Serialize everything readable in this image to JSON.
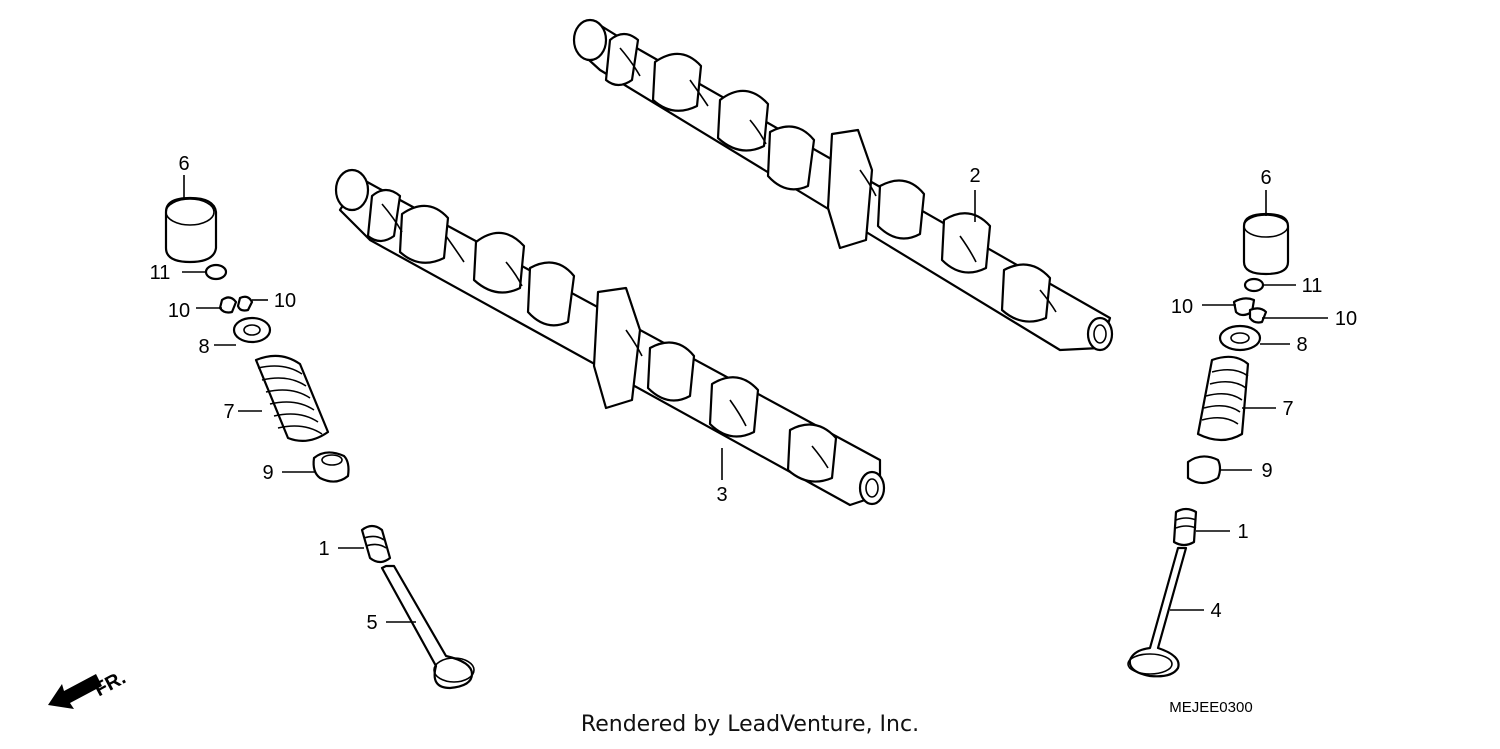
{
  "diagram": {
    "code": "MEJEE0300",
    "footer": "Rendered by LeadVenture, Inc.",
    "direction_label": "FR.",
    "callouts": {
      "c1_left": "1",
      "c1_right": "1",
      "c2": "2",
      "c3": "3",
      "c4": "4",
      "c5": "5",
      "c6_left": "6",
      "c6_right": "6",
      "c7_left": "7",
      "c7_right": "7",
      "c8_left": "8",
      "c8_right": "8",
      "c9_left": "9",
      "c9_right": "9",
      "c10_left_a": "10",
      "c10_left_b": "10",
      "c10_right_a": "10",
      "c10_right_b": "10",
      "c11_left": "11",
      "c11_right": "11"
    }
  }
}
